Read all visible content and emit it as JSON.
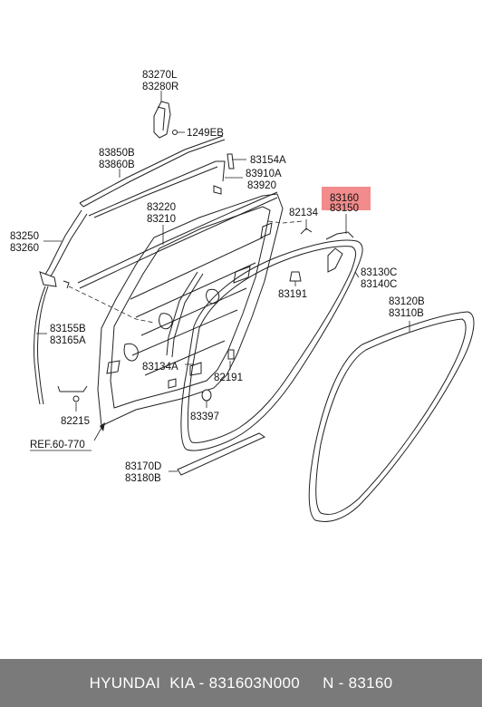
{
  "labels": {
    "p83270L": "83270L",
    "p83280R": "83280R",
    "p1249EB": "1249EB",
    "p83850B": "83850B",
    "p83860B": "83860B",
    "p83154A": "83154A",
    "p83910A": "83910A",
    "p83920": "83920",
    "p83160": "83160",
    "p83150": "83150",
    "p82134": "82134",
    "p83220": "83220",
    "p83210": "83210",
    "p83250": "83250",
    "p83260": "83260",
    "p83130C": "83130C",
    "p83140C": "83140C",
    "p83191": "83191",
    "p83120B": "83120B",
    "p83110B": "83110B",
    "p83155B": "83155B",
    "p83165A": "83165A",
    "p83134A": "83134A",
    "p82191": "82191",
    "p83397": "83397",
    "p82215": "82215",
    "ref": "REF.60-770",
    "p83170D": "83170D",
    "p83180B": "83180B"
  },
  "highlight_color": "#f28b8b",
  "footer": {
    "text": "HYUNDAI  KIA - 831603N000     N - 83160"
  }
}
